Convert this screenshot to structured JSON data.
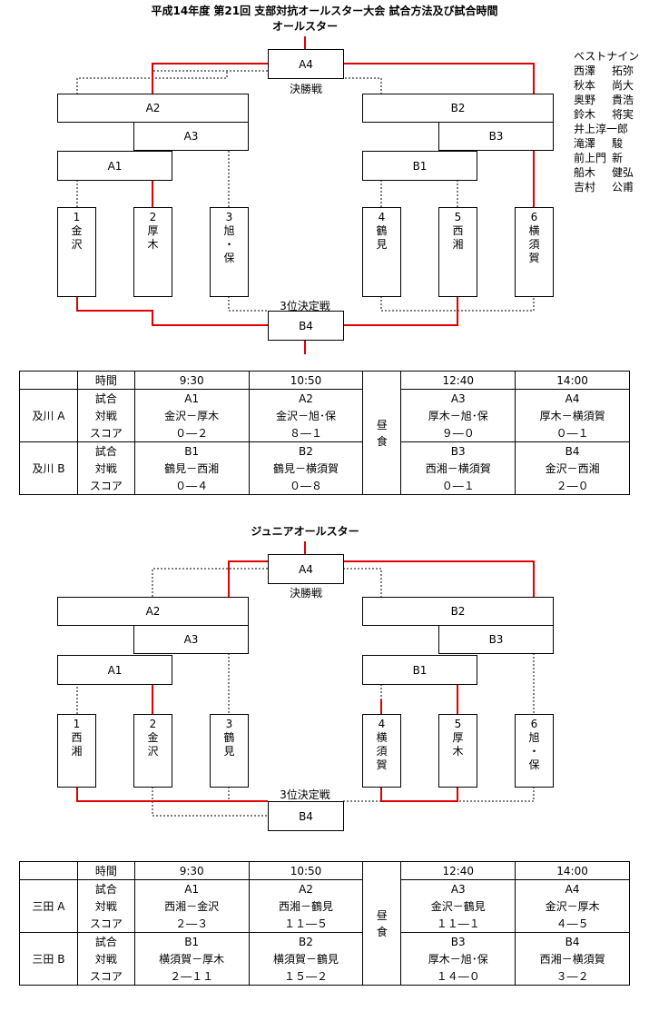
{
  "title": "平成14年度 第21回 支部対抗オールスター大会 試合方法及び試合時間",
  "senior": {
    "heading": "オールスター",
    "final_label": "決勝戦",
    "third_label": "3位決定戦",
    "boxes": {
      "A4": "A4",
      "A2": "A2",
      "A3": "A3",
      "A1": "A1",
      "B2": "B2",
      "B3": "B3",
      "B1": "B1",
      "B4": "B4"
    },
    "teams": [
      {
        "num": "1",
        "name": [
          "金",
          "沢"
        ]
      },
      {
        "num": "2",
        "name": [
          "厚",
          "木"
        ]
      },
      {
        "num": "3",
        "name": [
          "旭",
          "・",
          "保"
        ]
      },
      {
        "num": "4",
        "name": [
          "鶴",
          "見"
        ]
      },
      {
        "num": "5",
        "name": [
          "西",
          "湘"
        ]
      },
      {
        "num": "6",
        "name": [
          "横",
          "須",
          "賀"
        ]
      }
    ],
    "schedule": {
      "header": {
        "label": "時間",
        "times": [
          "9:30",
          "10:50",
          "12:40",
          "14:00"
        ]
      },
      "lunch": [
        "昼",
        "食"
      ],
      "courts": [
        {
          "name": "及川 A",
          "rows": [
            {
              "label": "試合",
              "vals": [
                "A1",
                "A2",
                "A3",
                "A4"
              ]
            },
            {
              "label": "対戦",
              "vals": [
                "金沢－厚木",
                "金沢－旭･保",
                "厚木－旭･保",
                "厚木－横須賀"
              ]
            },
            {
              "label": "スコア",
              "vals": [
                "０―２",
                "８―１",
                "９―０",
                "０―１"
              ]
            }
          ]
        },
        {
          "name": "及川 B",
          "rows": [
            {
              "label": "試合",
              "vals": [
                "B1",
                "B2",
                "B3",
                "B4"
              ]
            },
            {
              "label": "対戦",
              "vals": [
                "鶴見－西湘",
                "鶴見－横須賀",
                "西湘－横須賀",
                "金沢－西湘"
              ]
            },
            {
              "label": "スコア",
              "vals": [
                "０―４",
                "０―８",
                "０―１",
                "２―０"
              ]
            }
          ]
        }
      ]
    }
  },
  "best_nine": {
    "title": "ベストナイン",
    "players": [
      {
        "s": "西澤",
        "g": "拓弥"
      },
      {
        "s": "秋本",
        "g": "尚大"
      },
      {
        "s": "奥野",
        "g": "貴浩"
      },
      {
        "s": "鈴木",
        "g": "将実"
      },
      {
        "s": "井上淳一郎",
        "g": ""
      },
      {
        "s": "滝澤",
        "g": "駿"
      },
      {
        "s": "前上門",
        "g": "新"
      },
      {
        "s": "船木",
        "g": "健弘"
      },
      {
        "s": "吉村",
        "g": "公甫"
      }
    ]
  },
  "junior": {
    "heading": "ジュニアオールスター",
    "final_label": "決勝戦",
    "third_label": "3位決定戦",
    "boxes": {
      "A4": "A4",
      "A2": "A2",
      "A3": "A3",
      "A1": "A1",
      "B2": "B2",
      "B3": "B3",
      "B1": "B1",
      "B4": "B4"
    },
    "teams": [
      {
        "num": "1",
        "name": [
          "西",
          "湘"
        ]
      },
      {
        "num": "2",
        "name": [
          "金",
          "沢"
        ]
      },
      {
        "num": "3",
        "name": [
          "鶴",
          "見"
        ]
      },
      {
        "num": "4",
        "name": [
          "横",
          "須",
          "賀"
        ]
      },
      {
        "num": "5",
        "name": [
          "厚",
          "木"
        ]
      },
      {
        "num": "6",
        "name": [
          "旭",
          "・",
          "保"
        ]
      }
    ],
    "schedule": {
      "header": {
        "label": "時間",
        "times": [
          "9:30",
          "10:50",
          "12:40",
          "14:00"
        ]
      },
      "lunch": [
        "昼",
        "食"
      ],
      "courts": [
        {
          "name": "三田 A",
          "rows": [
            {
              "label": "試合",
              "vals": [
                "A1",
                "A2",
                "A3",
                "A4"
              ]
            },
            {
              "label": "対戦",
              "vals": [
                "西湘－金沢",
                "西湘－鶴見",
                "金沢－鶴見",
                "金沢－厚木"
              ]
            },
            {
              "label": "スコア",
              "vals": [
                "２―３",
                "１１―５",
                "１１―１",
                "４―５"
              ]
            }
          ]
        },
        {
          "name": "三田 B",
          "rows": [
            {
              "label": "試合",
              "vals": [
                "B1",
                "B2",
                "B3",
                "B4"
              ]
            },
            {
              "label": "対戦",
              "vals": [
                "横須賀－厚木",
                "横須賀－鶴見",
                "厚木－旭･保",
                "西湘－横須賀"
              ]
            },
            {
              "label": "スコア",
              "vals": [
                "２―１１",
                "１５―２",
                "１４―０",
                "３―２"
              ]
            }
          ]
        }
      ]
    }
  },
  "colors": {
    "win_line": "#e00000",
    "dashed_line": "#000000"
  }
}
